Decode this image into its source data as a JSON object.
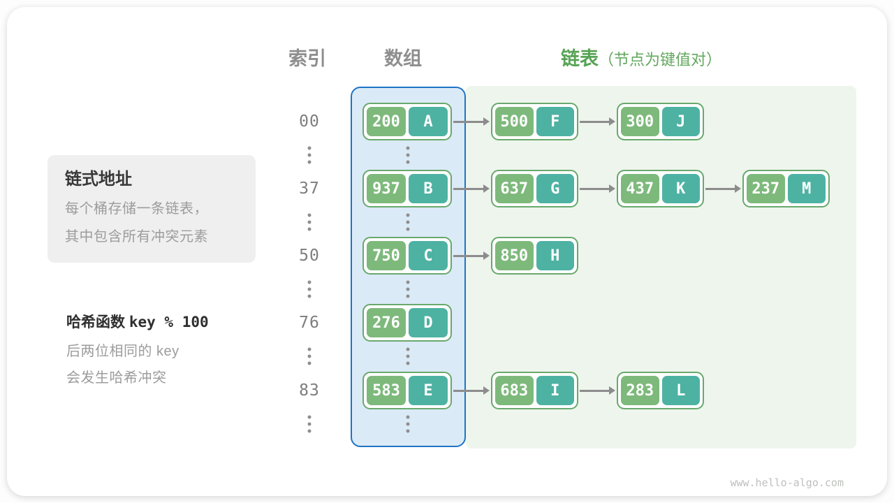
{
  "headers": {
    "index": "索引",
    "array": "数组",
    "list": "链表",
    "list_note": "（节点为键值对）"
  },
  "side": {
    "concept": {
      "title": "链式地址",
      "line1": "每个桶存储一条链表，",
      "line2": "其中包含所有冲突元素"
    },
    "hash": {
      "title_cjk": "哈希函数",
      "title_code": "key % 100",
      "line1": "后两位相同的 key",
      "line2": "会发生哈希冲突"
    }
  },
  "watermark": "www.hello-algo.com",
  "colors": {
    "key_cell_green": "#7eb97c",
    "value_cell_teal": "#4eb2a3",
    "node_border_green": "#68a96d",
    "array_fill_blue": "#dbeaf7",
    "array_border_blue": "#1e74c6",
    "list_fill_green": "#eef5ed",
    "arrow_gray": "#8c8c8c",
    "header_green": "#57a355"
  },
  "rows": [
    {
      "index": "00",
      "array_node": {
        "key": "200",
        "value": "A"
      },
      "chain": [
        {
          "key": "500",
          "value": "F"
        },
        {
          "key": "300",
          "value": "J"
        }
      ]
    },
    {
      "index": "37",
      "array_node": {
        "key": "937",
        "value": "B"
      },
      "chain": [
        {
          "key": "637",
          "value": "G"
        },
        {
          "key": "437",
          "value": "K"
        },
        {
          "key": "237",
          "value": "M"
        }
      ]
    },
    {
      "index": "50",
      "array_node": {
        "key": "750",
        "value": "C"
      },
      "chain": [
        {
          "key": "850",
          "value": "H"
        }
      ]
    },
    {
      "index": "76",
      "array_node": {
        "key": "276",
        "value": "D"
      },
      "chain": []
    },
    {
      "index": "83",
      "array_node": {
        "key": "583",
        "value": "E"
      },
      "chain": [
        {
          "key": "683",
          "value": "I"
        },
        {
          "key": "283",
          "value": "L"
        }
      ]
    }
  ]
}
